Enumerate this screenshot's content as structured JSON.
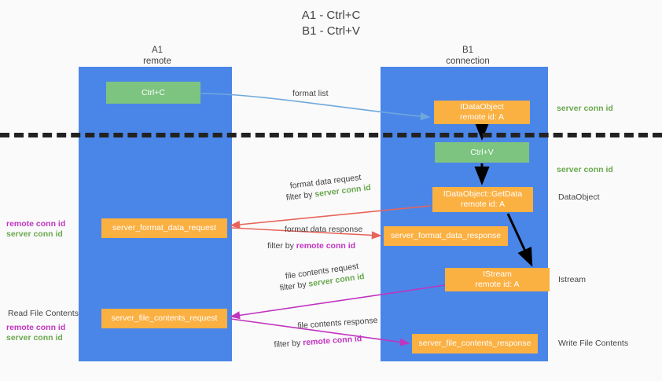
{
  "title": {
    "line1": "A1 - Ctrl+C",
    "line2": "B1 - Ctrl+V"
  },
  "lanes": [
    {
      "name": "A1",
      "sub": "remote"
    },
    {
      "name": "B1",
      "sub": "connection"
    }
  ],
  "boxes": {
    "ctrl_c": "Ctrl+C",
    "ctrl_v": "Ctrl+V",
    "idataobject_title": "IDataObject",
    "idataobject_sub": "remote id: A",
    "getdata_title": "IDataObject::GetData",
    "getdata_sub": "remote id: A",
    "istream_title": "IStream",
    "istream_sub": "remote id: A",
    "server_format_data_request": "server_format_data_request",
    "server_format_data_response": "server_format_data_response",
    "server_file_contents_request": "server_file_contents_request",
    "server_file_contents_response": "server_file_contents_response"
  },
  "arrow_labels": {
    "format_list": "format list",
    "format_data_request": "format data request",
    "format_data_request_filter_prefix": "filter by ",
    "format_data_request_filter_value": "server conn id",
    "format_data_response": "format data response",
    "format_data_response_filter_prefix": "filter by ",
    "format_data_response_filter_value": "remote conn id",
    "file_contents_request": "file contents request",
    "file_contents_request_filter_prefix": "filter by ",
    "file_contents_request_filter_value": "server conn id",
    "file_contents_response": "file contents response",
    "file_contents_response_filter_prefix": "filter by ",
    "file_contents_response_filter_value": "remote conn id"
  },
  "side_labels": {
    "server_conn_id_top": "server conn id",
    "server_conn_id_mid": "server conn id",
    "dataobject": "DataObject",
    "istream": "Istream",
    "write_file_contents": "Write File Contents",
    "read_file_contents": "Read File Contents",
    "remote_conn_id_a": "remote conn id",
    "server_conn_id_a": "server conn id",
    "remote_conn_id_b": "remote conn id",
    "server_conn_id_b": "server conn id"
  },
  "colors": {
    "lane": "#4a86e8",
    "green_box": "#7cc47f",
    "orange_box": "#fbb042",
    "green_text": "#6aa84f",
    "magenta_text": "#c034c0",
    "red_arrow": "#e8645a",
    "magenta_arrow": "#c034c0",
    "blue_arrow": "#6fa8dc",
    "black_arrow": "#000000",
    "background": "#fafafa"
  }
}
